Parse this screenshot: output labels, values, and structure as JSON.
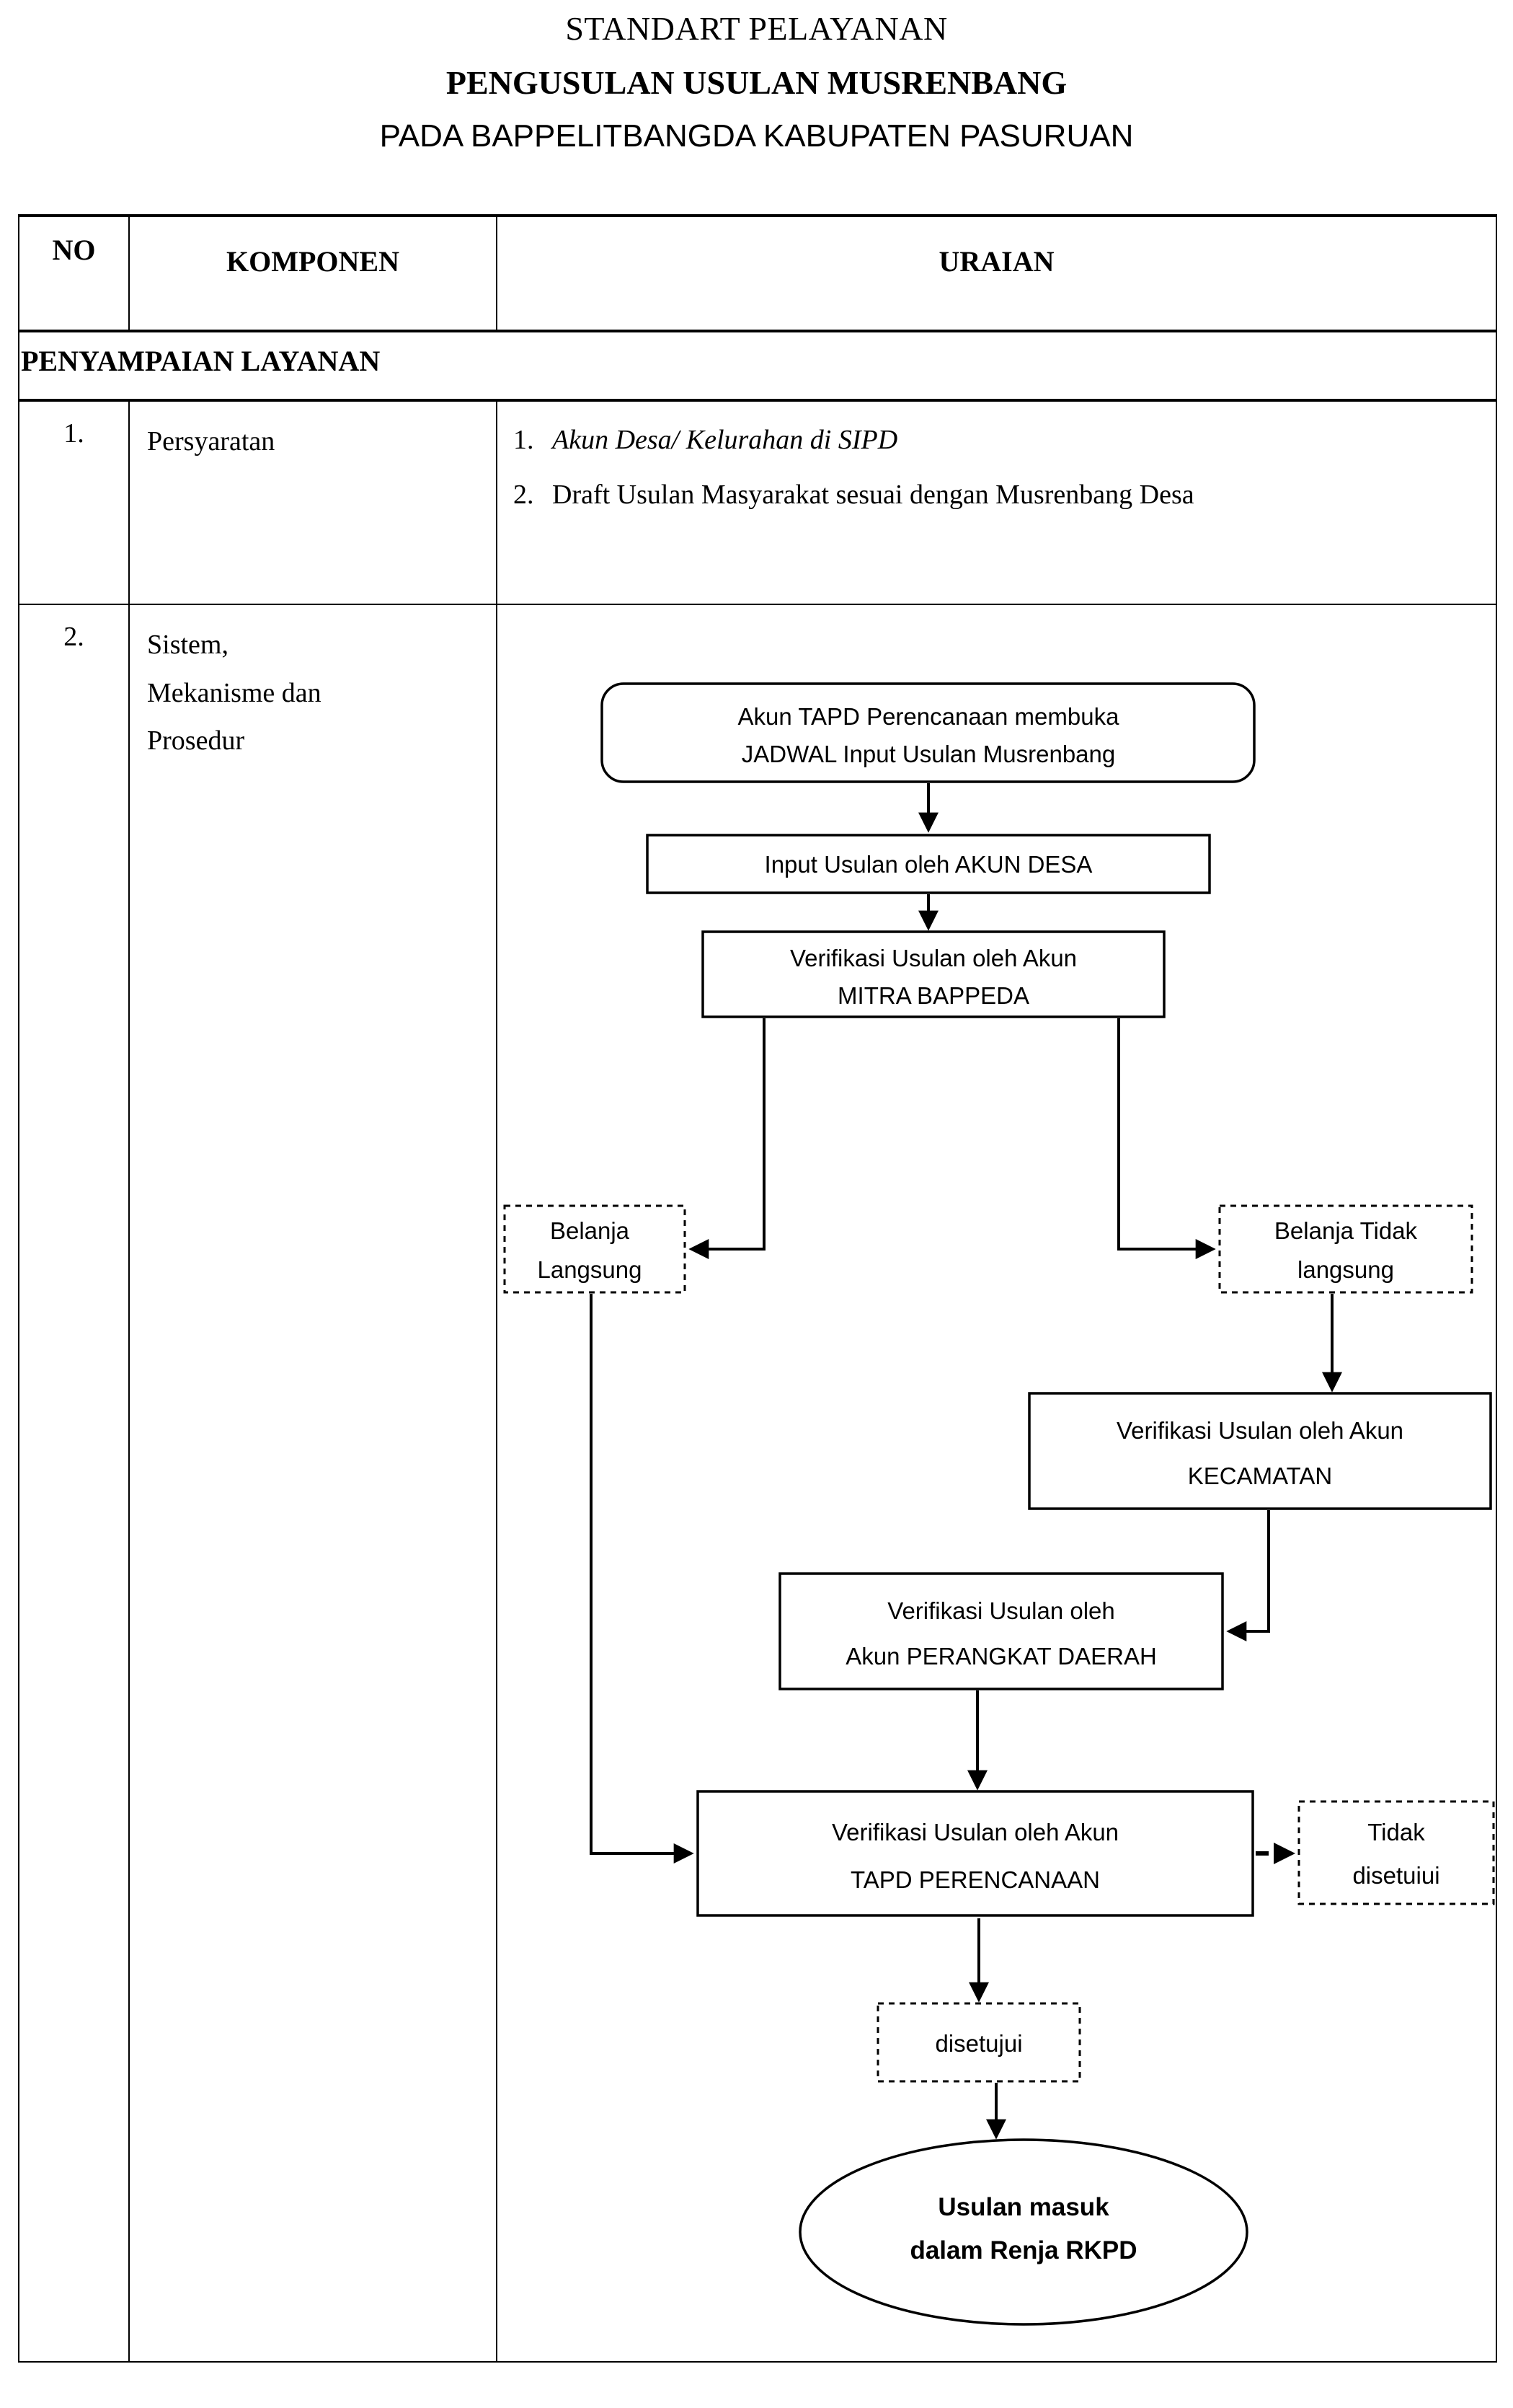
{
  "document": {
    "title_line1": "STANDART PELAYANAN",
    "title_line2": "PENGUSULAN USULAN MUSRENBANG",
    "title_line3": "PADA BAPPELITBANGDA  KABUPATEN PASURUAN"
  },
  "table": {
    "headers": {
      "no": "NO",
      "komponen": "KOMPONEN",
      "uraian": "URAIAN"
    },
    "section_label": "PENYAMPAIAN LAYANAN",
    "rows": [
      {
        "no": "1.",
        "komponen": "Persyaratan",
        "items": [
          {
            "mark": "1.",
            "text": "Akun Desa/ Kelurahan di SIPD",
            "italic": true
          },
          {
            "mark": "2.",
            "text": "Draft Usulan Masyarakat sesuai dengan Musrenbang Desa",
            "italic": false
          }
        ]
      },
      {
        "no": "2.",
        "komponen_lines": [
          "Sistem,",
          "Mekanisme dan",
          "Prosedur"
        ]
      }
    ]
  },
  "flowchart": {
    "nodes": {
      "start": {
        "line1": "Akun TAPD Perencanaan membuka",
        "line2": "JADWAL Input Usulan Musrenbang"
      },
      "input_desa": {
        "line1": "Input Usulan oleh AKUN DESA"
      },
      "verif_mitra": {
        "line1": "Verifikasi Usulan oleh Akun",
        "line2": "MITRA BAPPEDA"
      },
      "belanja_langsung": {
        "line1": "Belanja",
        "line2": "Langsung"
      },
      "belanja_tidak_langsung": {
        "line1": "Belanja Tidak",
        "line2": "langsung"
      },
      "verif_kecamatan": {
        "line1": "Verifikasi Usulan oleh Akun",
        "line2": "KECAMATAN"
      },
      "verif_perangkat": {
        "line1": "Verifikasi Usulan oleh",
        "line2": "Akun PERANGKAT DAERAH"
      },
      "verif_tapd": {
        "line1": "Verifikasi Usulan oleh Akun",
        "line2": "TAPD PERENCANAAN"
      },
      "tidak_disetujui": {
        "line1": "Tidak",
        "line2": "disetuiui"
      },
      "disetujui": {
        "line1": "disetujui"
      },
      "end": {
        "line1": "Usulan  masuk",
        "line2": "dalam Renja RKPD"
      }
    }
  },
  "colors": {
    "ink": "#000000",
    "paper": "#ffffff"
  }
}
